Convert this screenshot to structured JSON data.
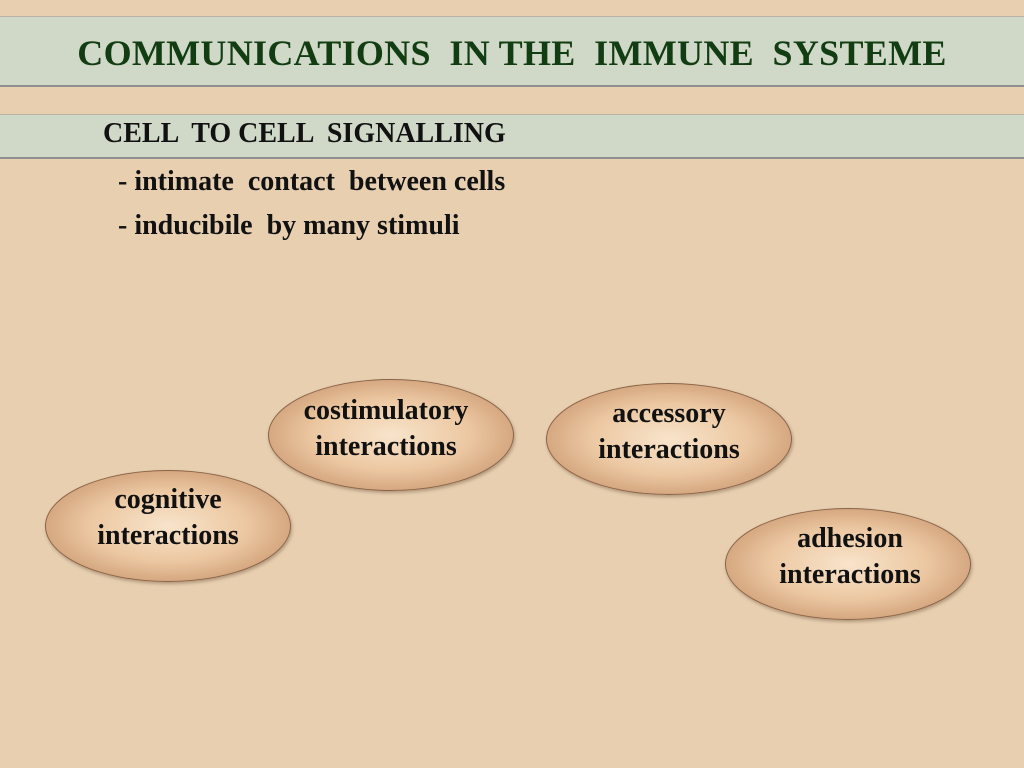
{
  "slide": {
    "title": "COMMUNICATIONS  IN THE  IMMUNE  SYSTEME",
    "subtitle": "CELL  TO CELL  SIGNALLING",
    "bullets": [
      "- intimate  contact  between cells",
      "- inducibile  by many stimuli"
    ],
    "ovals": {
      "costimulatory": {
        "line1": "costimulatory",
        "line2": "interactions"
      },
      "accessory": {
        "line1": "accessory",
        "line2": "interactions"
      },
      "cognitive": {
        "line1": "cognitive",
        "line2": "interactions"
      },
      "adhesion": {
        "line1": "adhesion",
        "line2": "interactions"
      }
    }
  },
  "colors": {
    "background": "#e7cfb0",
    "band": "#d0d9c8",
    "title_text": "#123d12",
    "body_text": "#111111",
    "oval_light": "#f8e4cb",
    "oval_dark": "#b17f58"
  }
}
